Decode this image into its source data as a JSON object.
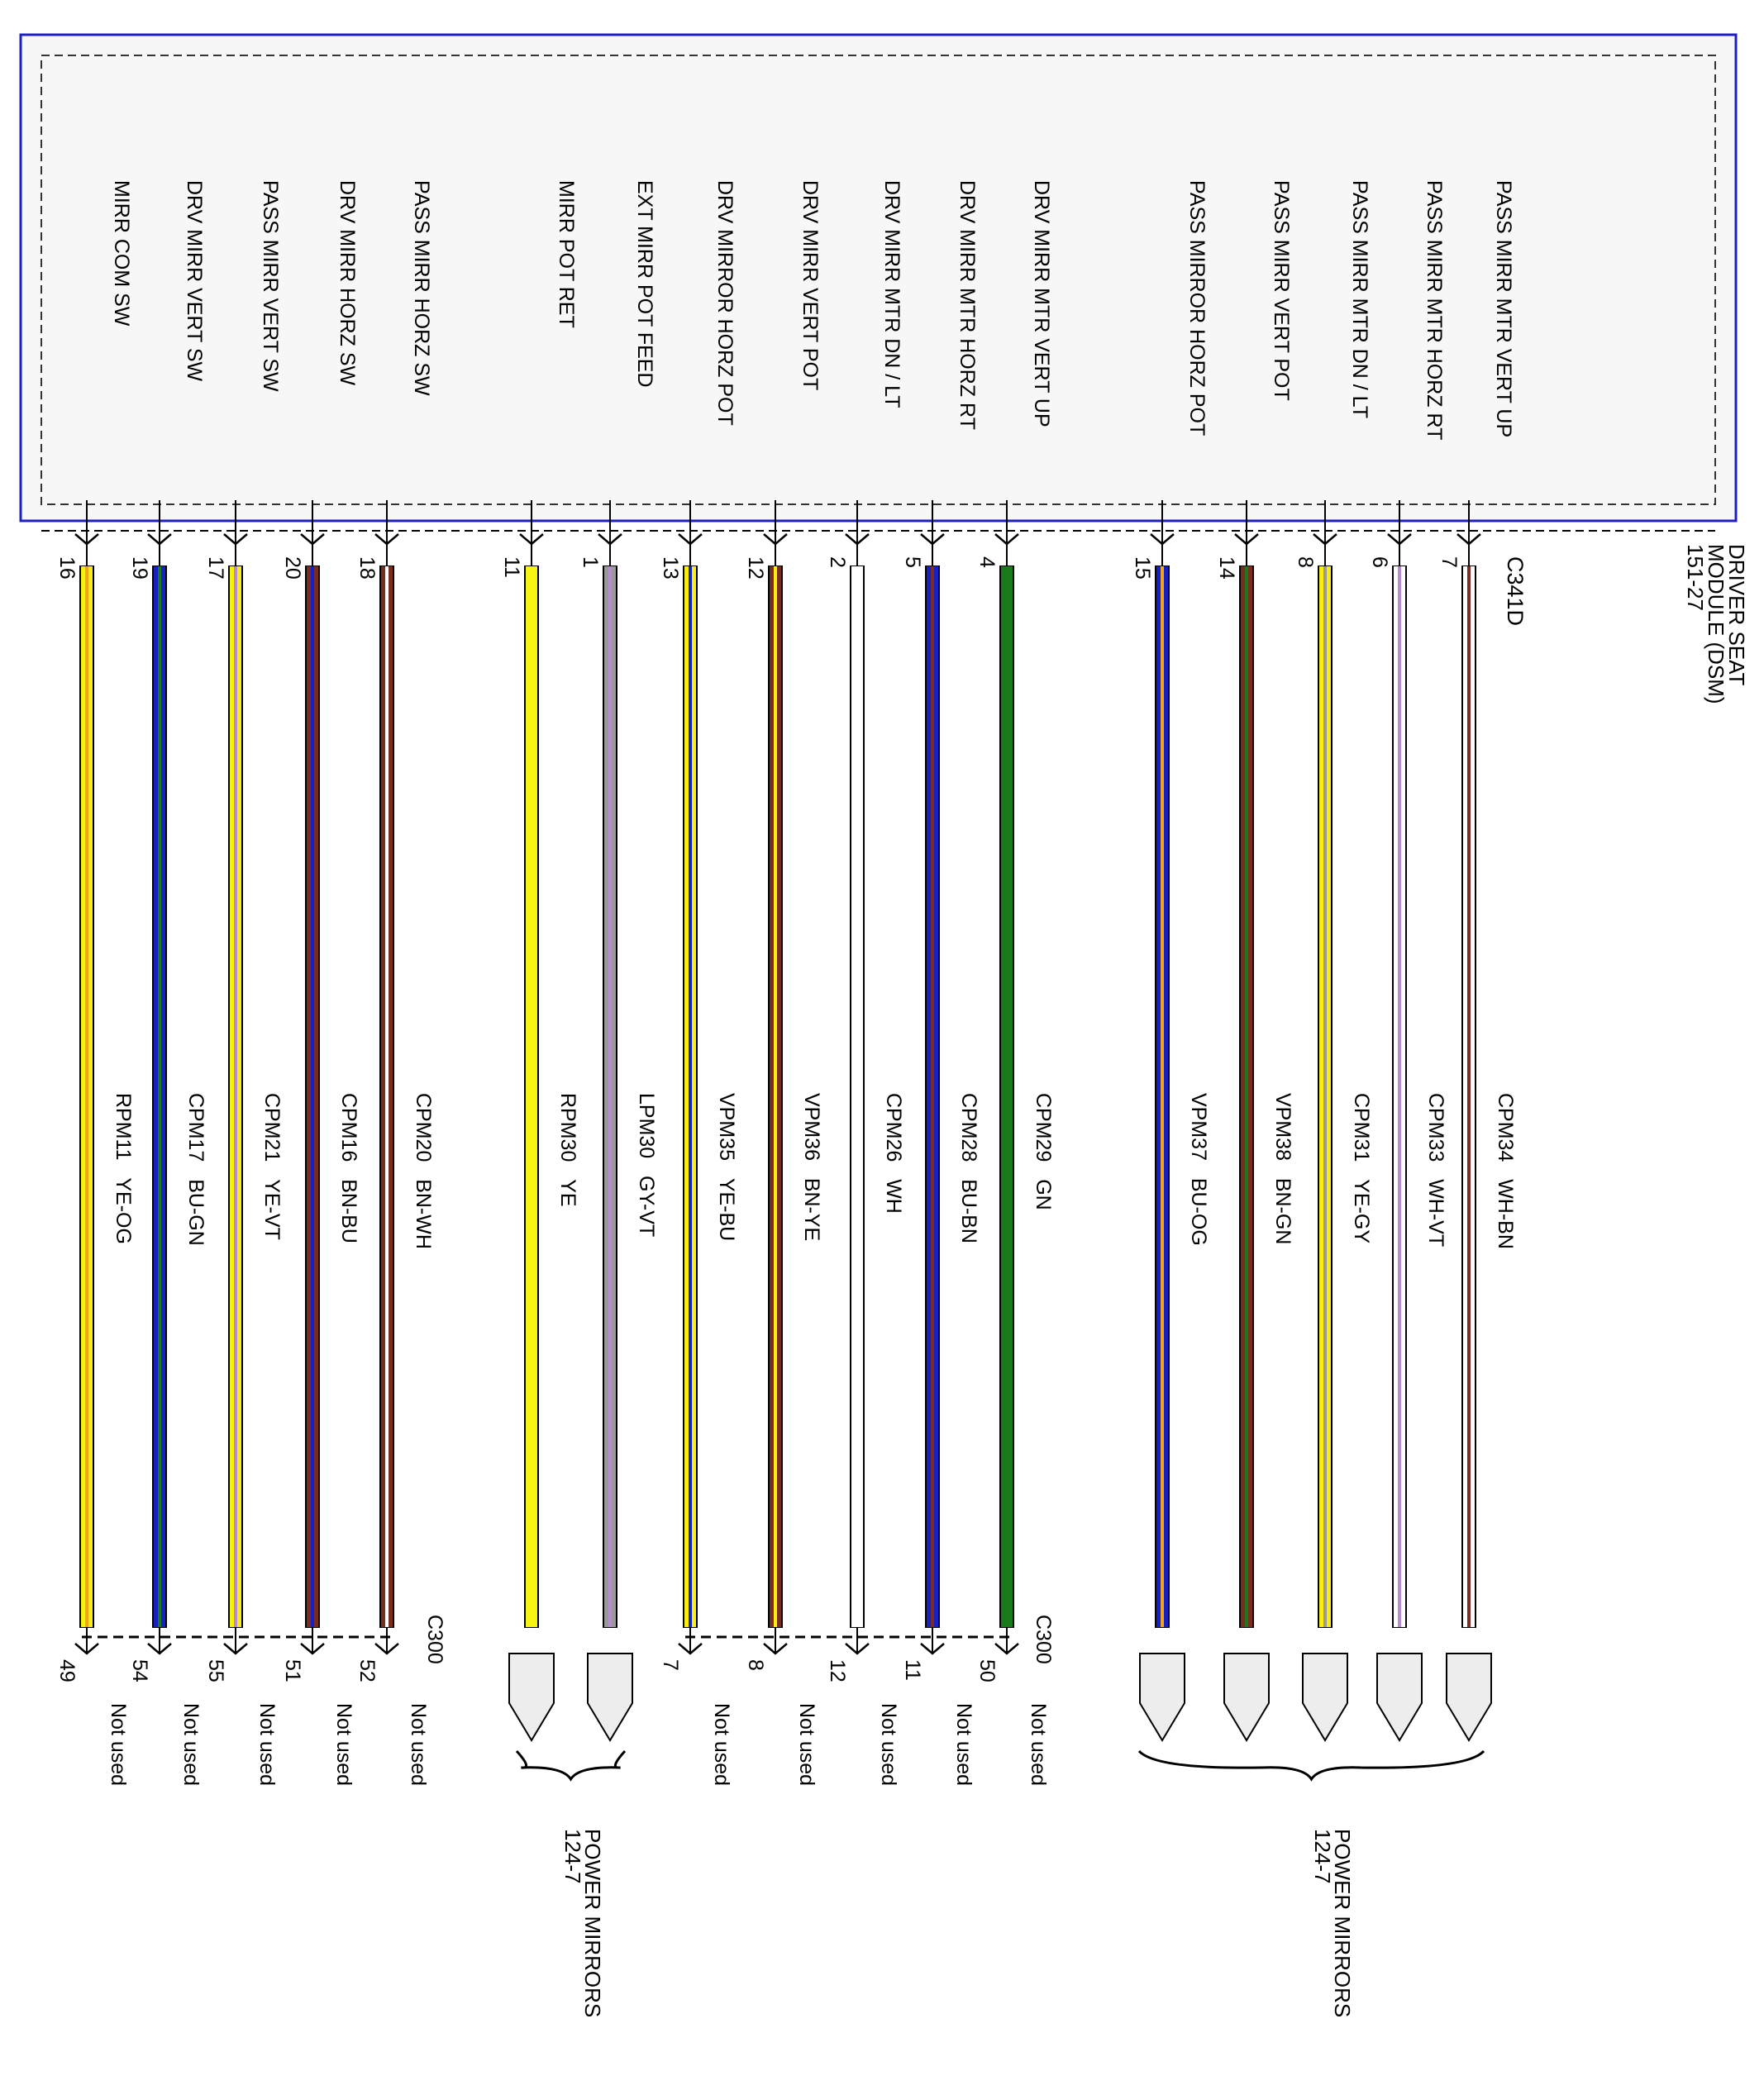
{
  "module": {
    "name_lines": [
      "DRIVER SEAT",
      "MODULE (DSM)",
      "151-27"
    ],
    "connector": "C341D",
    "border_color": "#1f1fbf"
  },
  "inline_connector": "C300",
  "destinations": [
    {
      "id": "pm1",
      "lines": [
        "POWER MIRRORS",
        "124-7"
      ]
    },
    {
      "id": "pm2",
      "lines": [
        "POWER MIRRORS",
        "124-7"
      ]
    }
  ],
  "not_used_label": "Not used",
  "circuits": [
    {
      "signal": "MIRR COM SW",
      "pin": "16",
      "circuit": "RPM11",
      "color_code": "YE-OG",
      "end_pin": "49",
      "end": "not_used",
      "base": "#f7ef12",
      "stripe": "#f2a61d"
    },
    {
      "signal": "DRV MIRR VERT SW",
      "pin": "19",
      "circuit": "CPM17",
      "color_code": "BU-GN",
      "end_pin": "54",
      "end": "not_used",
      "base": "#1520c8",
      "stripe": "#1a7a1a"
    },
    {
      "signal": "PASS MIRR VERT SW",
      "pin": "17",
      "circuit": "CPM21",
      "color_code": "YE-VT",
      "end_pin": "55",
      "end": "not_used",
      "base": "#f7ef12",
      "stripe": "#b78ad6"
    },
    {
      "signal": "DRV MIRR HORZ SW",
      "pin": "20",
      "circuit": "CPM16",
      "color_code": "BN-BU",
      "end_pin": "51",
      "end": "not_used",
      "base": "#7a2c1f",
      "stripe": "#1520c8"
    },
    {
      "signal": "PASS MIRR HORZ SW",
      "pin": "18",
      "circuit": "CPM20",
      "color_code": "BN-WH",
      "end_pin": "52",
      "end": "not_used",
      "base": "#7a2c1f",
      "stripe": "#ffffff"
    },
    {
      "signal": "MIRR POT RET",
      "pin": "11",
      "circuit": "RPM30",
      "color_code": "YE",
      "end_pin": "",
      "end": "pm1",
      "base": "#f7f312",
      "stripe": ""
    },
    {
      "signal": "EXT MIRR POT FEED",
      "pin": "1",
      "circuit": "LPM30",
      "color_code": "GY-VT",
      "end_pin": "",
      "end": "pm1",
      "base": "#9a9a9a",
      "stripe": "#b78ad6"
    },
    {
      "signal": "DRV MIRROR HORZ POT",
      "pin": "13",
      "circuit": "VPM35",
      "color_code": "YE-BU",
      "end_pin": "7",
      "end": "not_used",
      "base": "#f7ef12",
      "stripe": "#1520c8"
    },
    {
      "signal": "DRV MIRR VERT POT",
      "pin": "12",
      "circuit": "VPM36",
      "color_code": "BN-YE",
      "end_pin": "8",
      "end": "not_used",
      "base": "#7a2c1f",
      "stripe": "#f7ef12"
    },
    {
      "signal": "DRV MIRR MTR DN / LT",
      "pin": "2",
      "circuit": "CPM26",
      "color_code": "WH",
      "end_pin": "12",
      "end": "not_used",
      "base": "#ffffff",
      "stripe": ""
    },
    {
      "signal": "DRV MIRR MTR HORZ RT",
      "pin": "5",
      "circuit": "CPM28",
      "color_code": "BU-BN",
      "end_pin": "11",
      "end": "not_used",
      "base": "#1520c8",
      "stripe": "#7a2c1f"
    },
    {
      "signal": "DRV MIRR MTR VERT UP",
      "pin": "4",
      "circuit": "CPM29",
      "color_code": "GN",
      "end_pin": "50",
      "end": "not_used",
      "base": "#1a7a1a",
      "stripe": ""
    },
    {
      "signal": "PASS MIRROR HORZ POT",
      "pin": "15",
      "circuit": "VPM37",
      "color_code": "BU-OG",
      "end_pin": "",
      "end": "pm2",
      "base": "#1520c8",
      "stripe": "#f2a61d"
    },
    {
      "signal": "PASS MIRR VERT POT",
      "pin": "14",
      "circuit": "VPM38",
      "color_code": "BN-GN",
      "end_pin": "",
      "end": "pm2",
      "base": "#7a2c1f",
      "stripe": "#1a7a1a"
    },
    {
      "signal": "PASS MIRR MTR DN / LT",
      "pin": "8",
      "circuit": "CPM31",
      "color_code": "YE-GY",
      "end_pin": "",
      "end": "pm2",
      "base": "#f7ef12",
      "stripe": "#9a9a9a"
    },
    {
      "signal": "PASS MIRR MTR HORZ RT",
      "pin": "6",
      "circuit": "CPM33",
      "color_code": "WH-VT",
      "end_pin": "",
      "end": "pm2",
      "base": "#ffffff",
      "stripe": "#b78ad6"
    },
    {
      "signal": "PASS MIRR MTR VERT UP",
      "pin": "7",
      "circuit": "CPM34",
      "color_code": "WH-BN",
      "end_pin": "",
      "end": "pm2",
      "base": "#ffffff",
      "stripe": "#7a2c1f"
    }
  ]
}
